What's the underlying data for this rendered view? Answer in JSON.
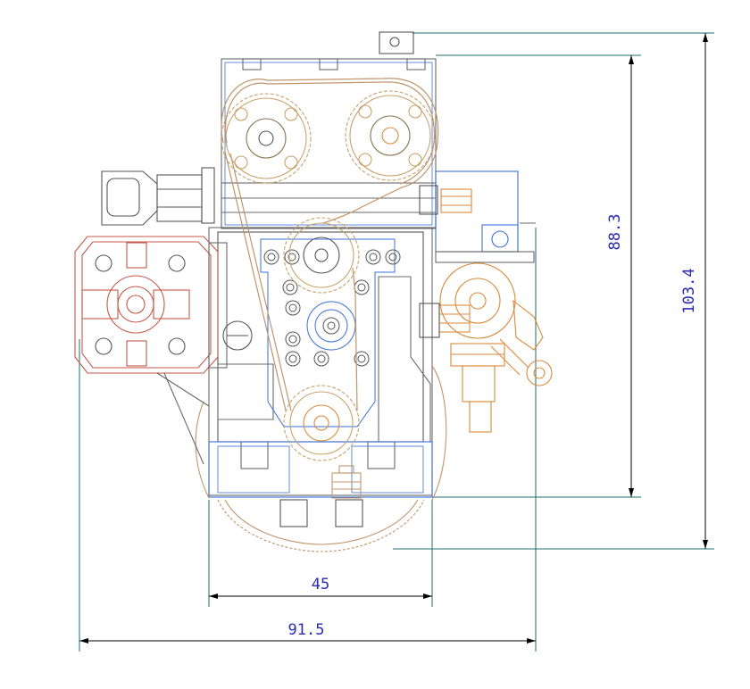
{
  "drawing": {
    "colors": {
      "dimension": "#2b2bb0",
      "extension": "#1f6b6b",
      "gear": "#c8a36a",
      "belt": "#c0956a",
      "head": "#6a6a6a",
      "blue_part": "#3a6fd8",
      "orange_part": "#d98a3a",
      "red_part": "#c45a4a",
      "grey_part": "#555555"
    }
  },
  "dimensions": {
    "width_inner": {
      "label": "45"
    },
    "width_outer": {
      "label": "91.5"
    },
    "height_inner": {
      "label": "88.3"
    },
    "height_outer": {
      "label": "103.4"
    }
  }
}
